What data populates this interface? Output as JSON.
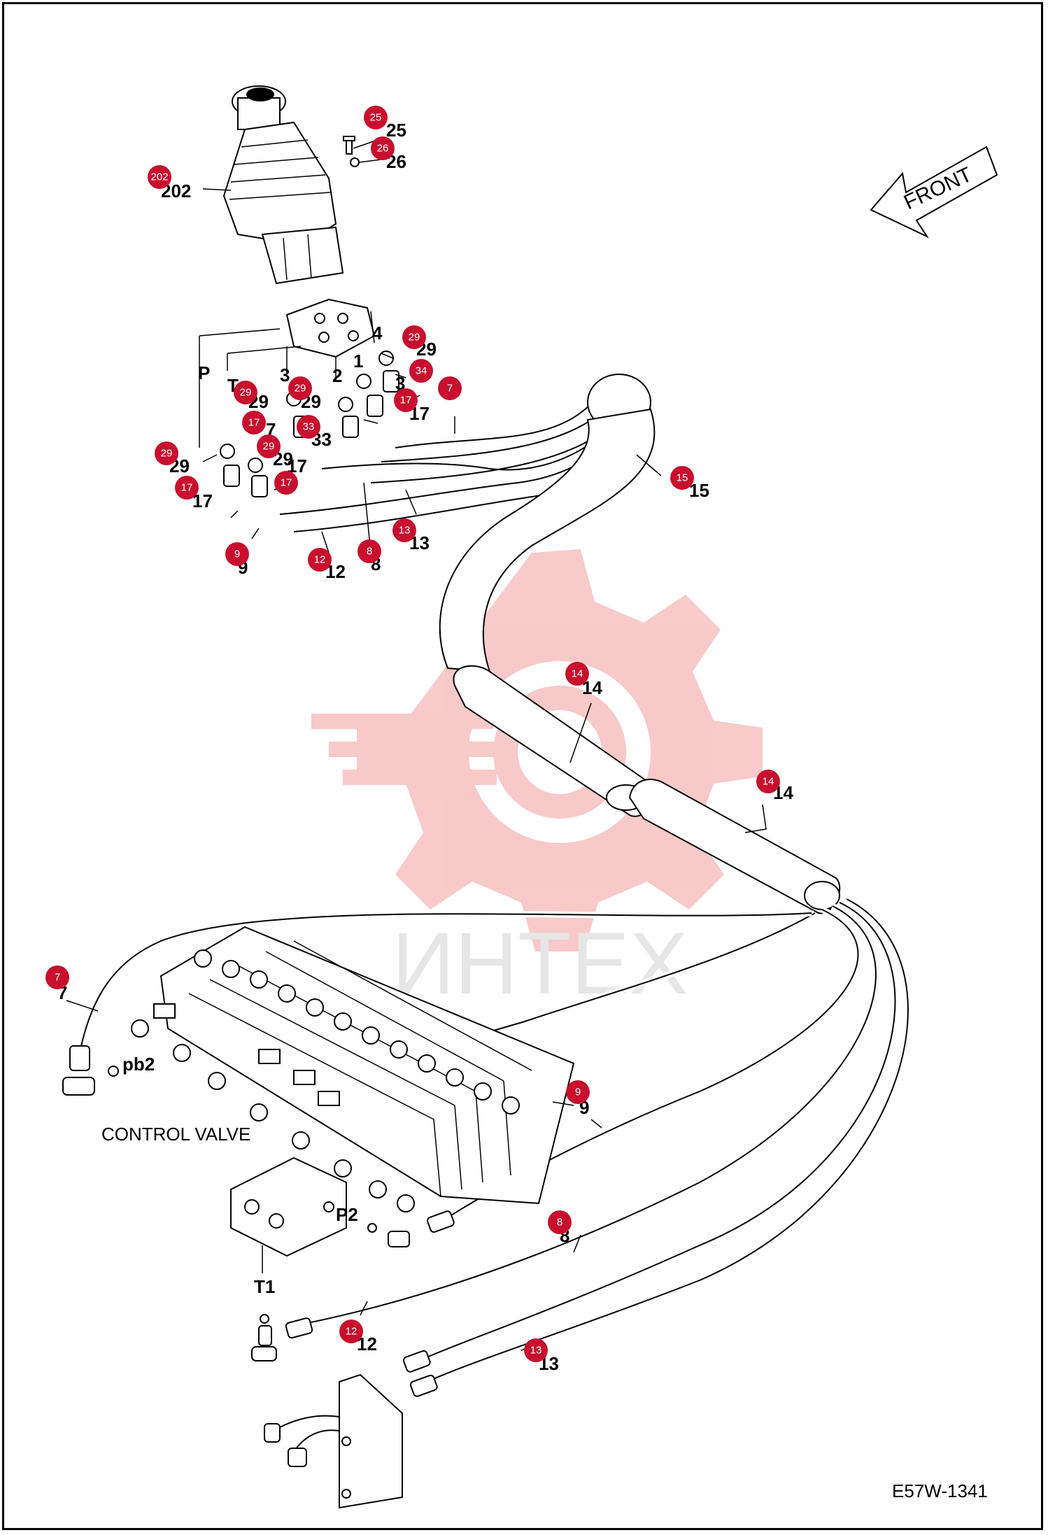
{
  "diagram": {
    "drawing_code": "E57W-1341",
    "front_label": "FRONT",
    "watermark_text": "ИНТЕХ",
    "colors": {
      "callout": "#c8102e",
      "watermark": "#f6b8b8"
    },
    "labels": {
      "control_valve": "CONTROL VALVE",
      "port_p": "P",
      "port_t": "T",
      "port_1": "1",
      "port_2": "2",
      "port_3": "3",
      "port_4": "4",
      "port_pb2": "pb2",
      "port_p2": "P2",
      "port_t1": "T1"
    },
    "part_numbers": {
      "n202": "202",
      "n25": "25",
      "n26": "26",
      "n29": "29",
      "n34": "34",
      "n7": "7",
      "n17": "17",
      "n33": "33",
      "n15": "15",
      "n14": "14",
      "n13": "13",
      "n12": "12",
      "n9": "9",
      "n8": "8"
    },
    "callouts": {
      "c202": "202",
      "c25": "25",
      "c26": "26",
      "c29": "29",
      "c34": "34",
      "c7": "7",
      "c17": "17",
      "c33": "33",
      "c15": "15",
      "c14": "14",
      "c13": "13",
      "c12": "12",
      "c9": "9",
      "c8": "8"
    }
  }
}
